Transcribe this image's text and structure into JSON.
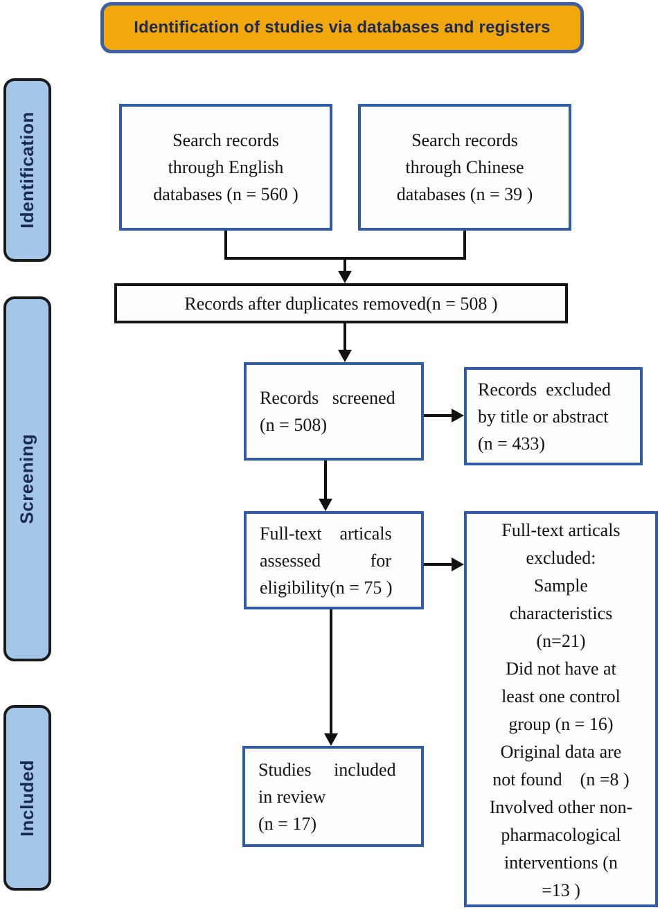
{
  "header": {
    "title": "Identification of studies via databases and registers"
  },
  "sidebar": {
    "stages": [
      {
        "label": "Identification"
      },
      {
        "label": "Screening"
      },
      {
        "label": "Included"
      }
    ]
  },
  "flow": {
    "search_english": "Search records\nthrough English\ndatabases (n = 560 )",
    "search_chinese": "Search records\nthrough Chinese\ndatabases (n = 39 )",
    "duplicates_removed": "Records after duplicates removed(n = 508 )",
    "records_screened": "Records   screened\n(n = 508)",
    "records_excluded": "Records  excluded\nby title or abstract\n(n = 433)",
    "fulltext_assessed": "Full-text    articals\nassessed           for\neligibility(n = 75 )",
    "fulltext_excluded": "Full-text articals\nexcluded:\nSample\ncharacteristics\n(n=21)\nDid not have at\nleast one control\ngroup (n = 16)\nOriginal data are\nnot found    (n =8 )\nInvolved other non-\npharmacological\ninterventions (n\n=13 )",
    "studies_included": "Studies     included\nin review\n(n = 17)"
  },
  "counts": {
    "english_databases": 560,
    "chinese_databases": 39,
    "after_duplicates": 508,
    "screened": 508,
    "excluded_title_abstract": 433,
    "fulltext_assessed": 75,
    "excluded_sample_characteristics": 21,
    "excluded_no_control_group": 16,
    "excluded_no_original_data": 8,
    "excluded_other_nonpharmacological": 13,
    "included_in_review": 17
  },
  "colors": {
    "banner_bg": "#F2A70D",
    "banner_border": "#3C5EA7",
    "stage_bg": "#A3C6E9",
    "stage_border": "#1A1A1A",
    "box_border_blue": "#2F5BA8",
    "box_border_black": "#141414",
    "text_dark_navy": "#1D2A52",
    "connector": "#111111"
  }
}
